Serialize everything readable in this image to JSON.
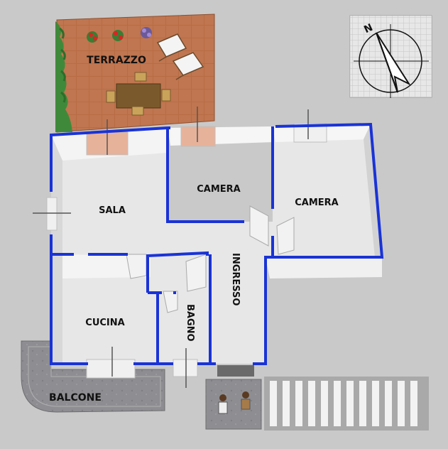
{
  "rooms": {
    "terrace": "TERRAZZO",
    "living": "SALA",
    "bedroom_left": "CAMERA",
    "bedroom_right": "CAMERA",
    "hall": "INGRESSO",
    "kitchen": "CUCINA",
    "bath": "BAGNO",
    "balcony": "BALCONE"
  },
  "compass": {
    "north": "N"
  },
  "colors": {
    "wall": "#1a33d6",
    "floor": "#e6e6e6",
    "terrace": "#b56a45",
    "hedge": "#3f8a3a",
    "background": "#c9c9c9",
    "balcony_floor": "#8f8f93"
  }
}
